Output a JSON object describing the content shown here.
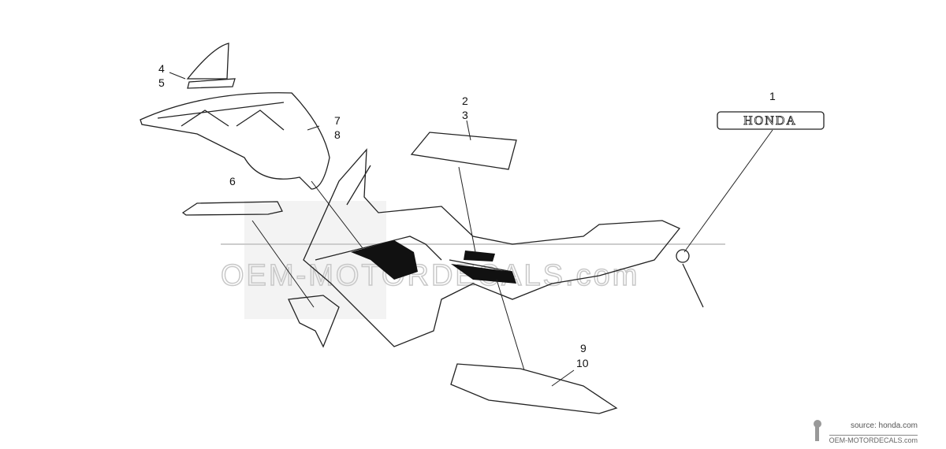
{
  "diagram": {
    "callouts": [
      "1",
      "2",
      "3",
      "4",
      "5",
      "6",
      "7",
      "8",
      "9",
      "10"
    ],
    "decal_honda_text": "HONDA",
    "watermark": "OEM-MOTORDECALS.com",
    "footer": {
      "source": "source: honda.com",
      "site": "OEM-MOTORDECALS.com"
    }
  }
}
